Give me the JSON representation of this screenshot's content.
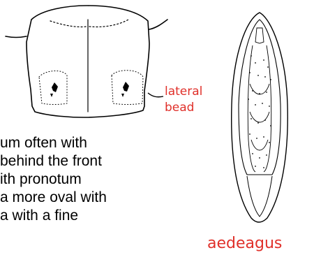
{
  "labels": {
    "lateral_bead_line1": "lateral",
    "lateral_bead_line2": "bead",
    "aedeagus": "aedeagus"
  },
  "body_text": {
    "lines": [
      "um often with",
      "behind the front",
      "ith pronotum",
      "a more oval with",
      "a with a fine"
    ]
  },
  "colors": {
    "label_red": "#e0302a",
    "ink": "#000000"
  }
}
